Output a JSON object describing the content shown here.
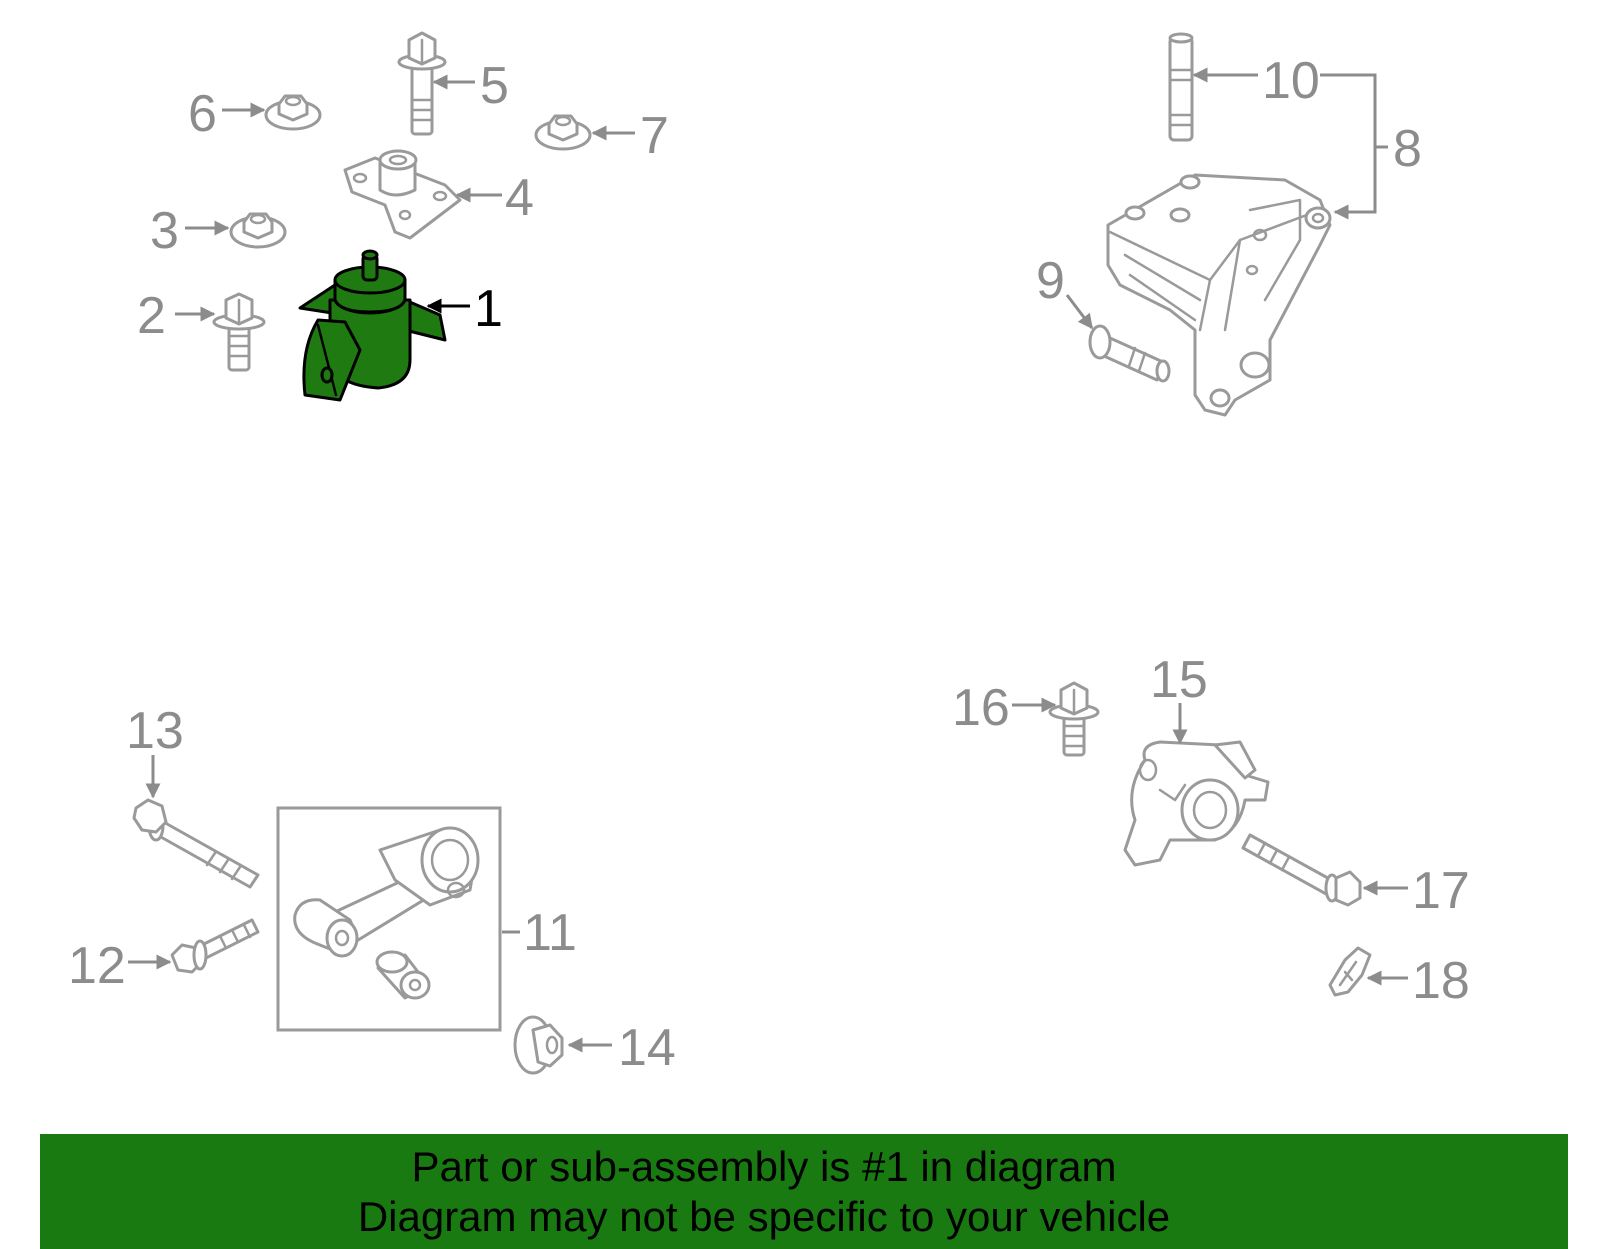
{
  "callouts": {
    "c1": "1",
    "c2": "2",
    "c3": "3",
    "c4": "4",
    "c5": "5",
    "c6": "6",
    "c7": "7",
    "c8": "8",
    "c9": "9",
    "c10": "10",
    "c11": "11",
    "c12": "12",
    "c13": "13",
    "c14": "14",
    "c15": "15",
    "c16": "16",
    "c17": "17",
    "c18": "18"
  },
  "highlight": {
    "part": "1",
    "color": "#1f7a12"
  },
  "footer": {
    "line1": "Part or sub-assembly is #1 in diagram",
    "line2": "Diagram may not be specific to your vehicle",
    "background": "#1a7a12"
  }
}
